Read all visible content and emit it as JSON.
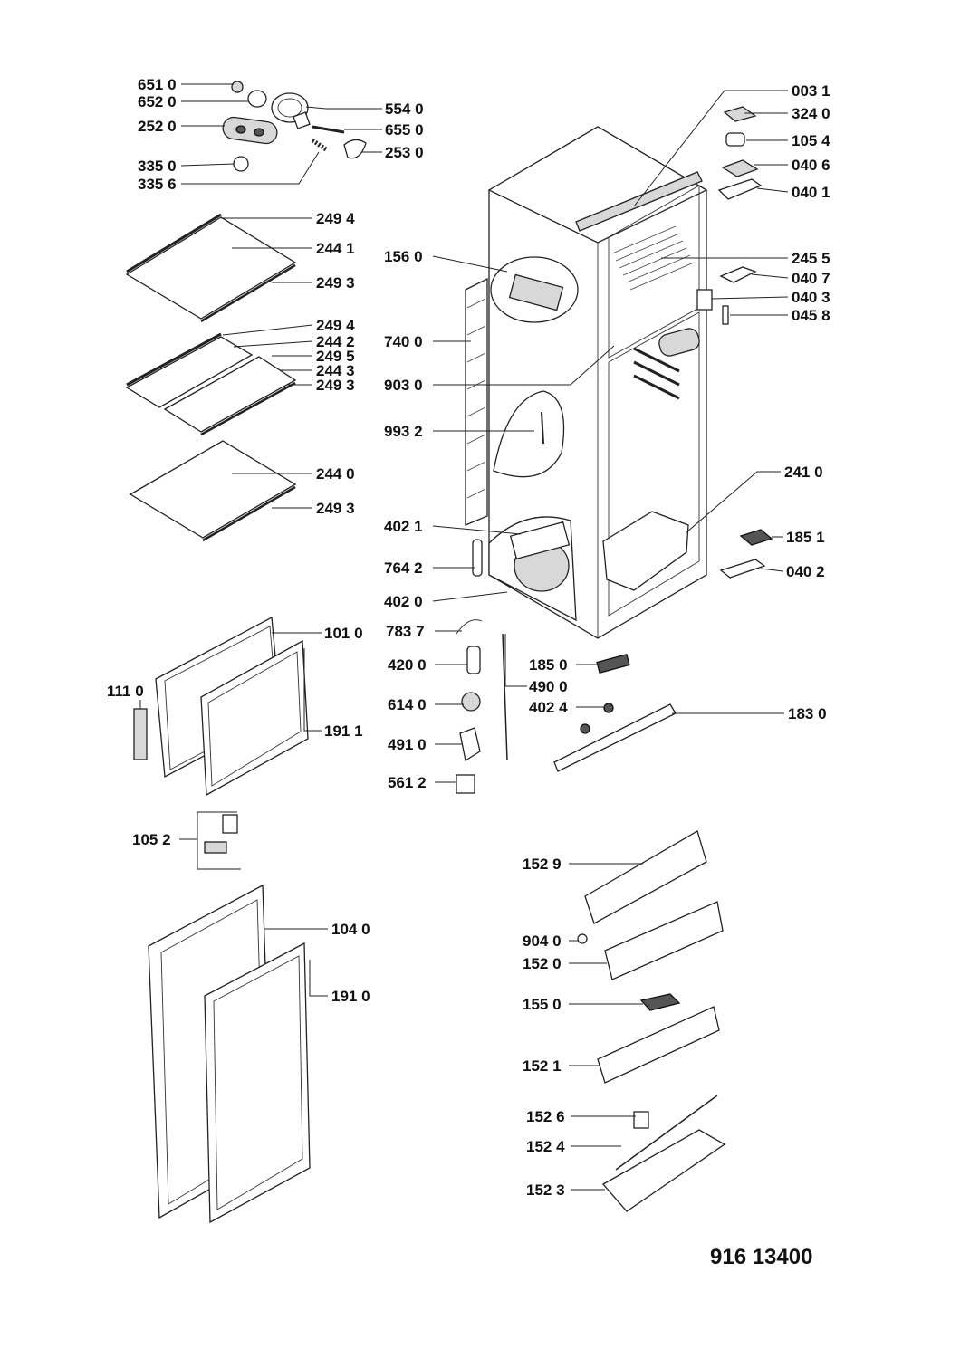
{
  "diagram": {
    "drawing_code": "916 13400",
    "labels": [
      {
        "id": "651_0",
        "text": "651 0"
      },
      {
        "id": "652_0",
        "text": "652 0"
      },
      {
        "id": "252_0",
        "text": "252 0"
      },
      {
        "id": "335_0",
        "text": "335 0"
      },
      {
        "id": "335_6",
        "text": "335 6"
      },
      {
        "id": "554_0",
        "text": "554 0"
      },
      {
        "id": "655_0",
        "text": "655 0"
      },
      {
        "id": "253_0",
        "text": "253 0"
      },
      {
        "id": "249_4a",
        "text": "249 4"
      },
      {
        "id": "244_1",
        "text": "244 1"
      },
      {
        "id": "249_3a",
        "text": "249 3"
      },
      {
        "id": "249_4b",
        "text": "249 4"
      },
      {
        "id": "244_2",
        "text": "244 2"
      },
      {
        "id": "249_5",
        "text": "249 5"
      },
      {
        "id": "244_3",
        "text": "244 3"
      },
      {
        "id": "249_3b",
        "text": "249 3"
      },
      {
        "id": "244_0",
        "text": "244 0"
      },
      {
        "id": "249_3c",
        "text": "249 3"
      },
      {
        "id": "156_0",
        "text": "156 0"
      },
      {
        "id": "740_0",
        "text": "740 0"
      },
      {
        "id": "903_0",
        "text": "903 0"
      },
      {
        "id": "993_2",
        "text": "993 2"
      },
      {
        "id": "402_1",
        "text": "402 1"
      },
      {
        "id": "764_2",
        "text": "764 2"
      },
      {
        "id": "402_0",
        "text": "402 0"
      },
      {
        "id": "003_1",
        "text": "003 1"
      },
      {
        "id": "324_0",
        "text": "324 0"
      },
      {
        "id": "105_4",
        "text": "105 4"
      },
      {
        "id": "040_6",
        "text": "040 6"
      },
      {
        "id": "040_1",
        "text": "040 1"
      },
      {
        "id": "245_5",
        "text": "245 5"
      },
      {
        "id": "040_7",
        "text": "040 7"
      },
      {
        "id": "040_3",
        "text": "040 3"
      },
      {
        "id": "045_8",
        "text": "045 8"
      },
      {
        "id": "241_0",
        "text": "241 0"
      },
      {
        "id": "185_1",
        "text": "185 1"
      },
      {
        "id": "040_2",
        "text": "040 2"
      },
      {
        "id": "101_0",
        "text": "101 0"
      },
      {
        "id": "111_0",
        "text": "111 0"
      },
      {
        "id": "191_1",
        "text": "191 1"
      },
      {
        "id": "783_7",
        "text": "783 7"
      },
      {
        "id": "420_0",
        "text": "420 0"
      },
      {
        "id": "614_0",
        "text": "614 0"
      },
      {
        "id": "491_0",
        "text": "491 0"
      },
      {
        "id": "561_2",
        "text": "561 2"
      },
      {
        "id": "185_0",
        "text": "185 0"
      },
      {
        "id": "490_0",
        "text": "490 0"
      },
      {
        "id": "402_4",
        "text": "402 4"
      },
      {
        "id": "183_0",
        "text": "183 0"
      },
      {
        "id": "105_2",
        "text": "105 2"
      },
      {
        "id": "104_0",
        "text": "104 0"
      },
      {
        "id": "191_0",
        "text": "191 0"
      },
      {
        "id": "152_9",
        "text": "152 9"
      },
      {
        "id": "904_0",
        "text": "904 0"
      },
      {
        "id": "152_0",
        "text": "152 0"
      },
      {
        "id": "155_0",
        "text": "155 0"
      },
      {
        "id": "152_1",
        "text": "152 1"
      },
      {
        "id": "152_6",
        "text": "152 6"
      },
      {
        "id": "152_4",
        "text": "152 4"
      },
      {
        "id": "152_3",
        "text": "152 3"
      }
    ]
  }
}
